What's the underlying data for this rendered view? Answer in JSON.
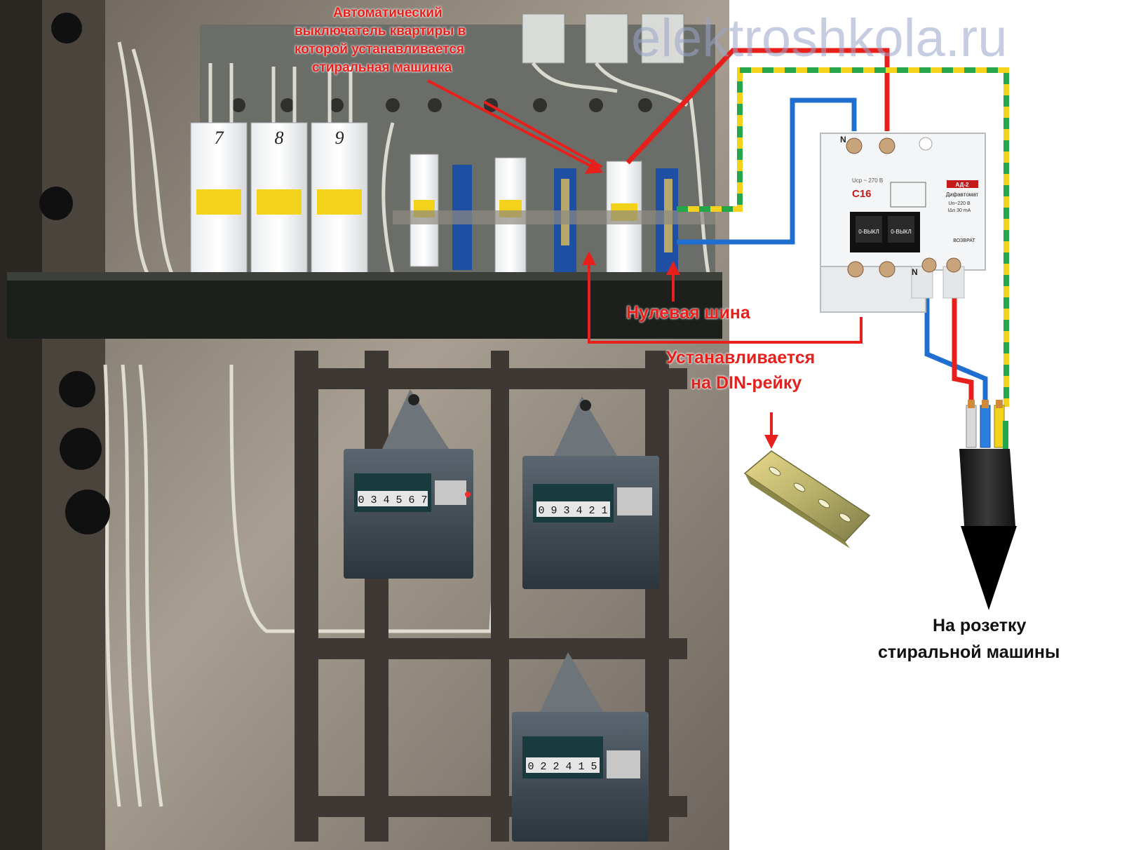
{
  "watermark": "elektroshkola.ru",
  "labels": {
    "breaker_lines": [
      "Автоматический",
      "выключатель квартиры в",
      "которой устанавливается",
      "стиральная машинка"
    ],
    "neutral_bus": "Нулевая шина",
    "din_lines": [
      "Устанавливается",
      "на DIN-рейку"
    ],
    "outlet_lines": [
      "На розетку",
      "стиральной машины"
    ]
  },
  "difavtomat": {
    "rating": "С16",
    "model": "АД-2",
    "type": "Дифавтомат",
    "voltage": "Un~220 В",
    "leakage": "IΔn 30 mA",
    "reset": "ВОЗВРАТ",
    "terminal_n_top": "N",
    "terminal_n_bottom": "N",
    "lever_label": "0-ВЫКЛ",
    "small_text": "Ucp ~ 270 В"
  },
  "breakers": [
    "7",
    "8",
    "9"
  ],
  "meter_digits": [
    "0 3 4 5 6 7",
    "0 9 3 4 2 1",
    "0 2 2 4 1 5"
  ],
  "colors": {
    "phase": "#e8201c",
    "neutral": "#1f6fd1",
    "earth_yellow": "#f2d21b",
    "earth_green": "#26a64a",
    "annotation": "#e8201c"
  }
}
